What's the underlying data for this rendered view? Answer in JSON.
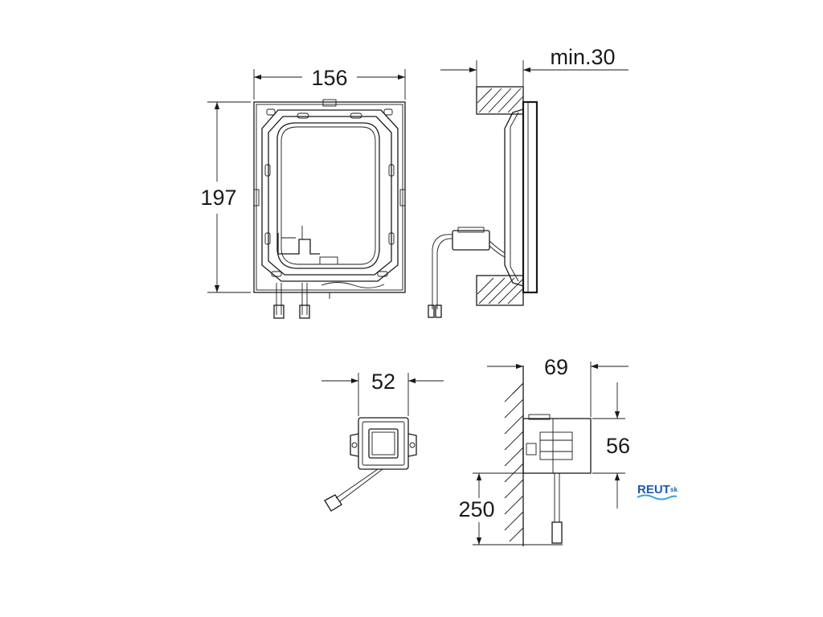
{
  "dimensions": {
    "frame_width": "156",
    "frame_height": "197",
    "wall_min": "min.30",
    "box_width": "52",
    "box_depth": "69",
    "box_height": "56",
    "cable_length": "250"
  },
  "logo": {
    "main": "REUT",
    "suffix": "sk"
  },
  "colors": {
    "line": "#1a1a1a",
    "logo": "#1e5aa8",
    "logo_wave": "#3aa0dc"
  }
}
